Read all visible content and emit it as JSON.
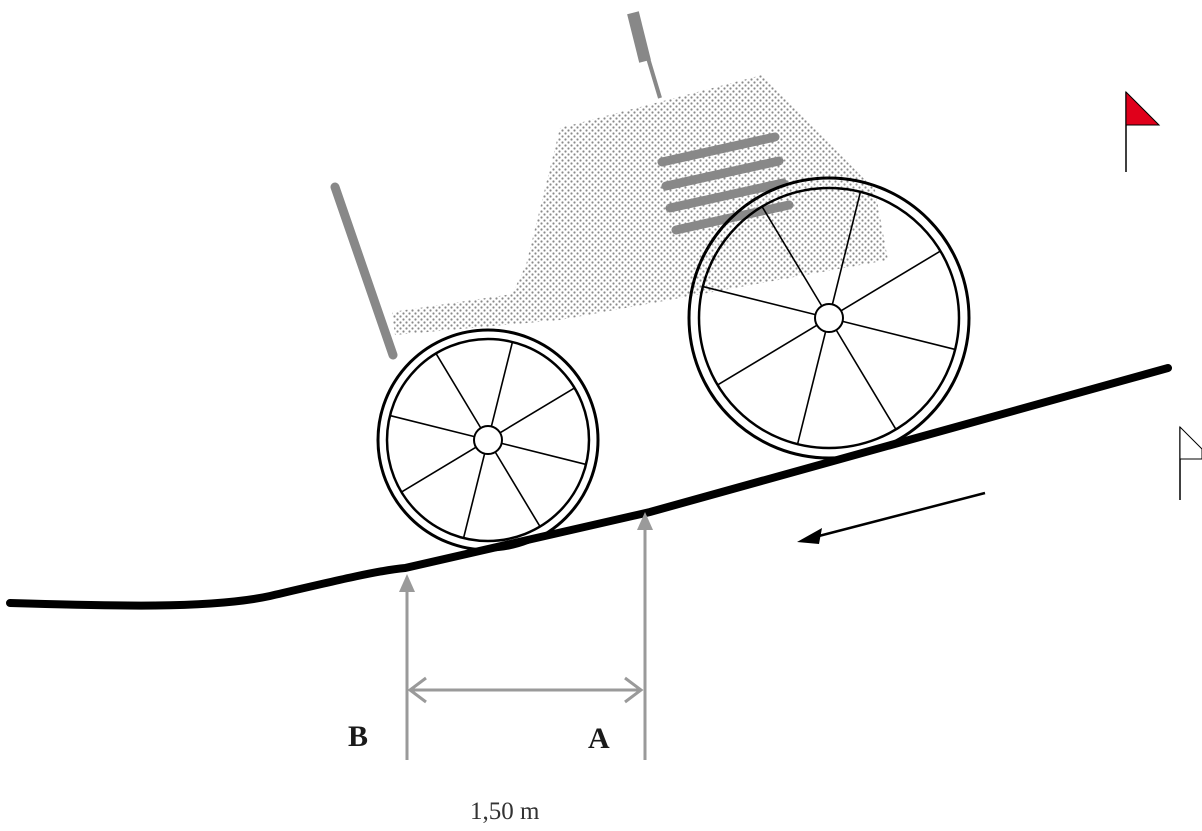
{
  "labels": {
    "point_b": "B",
    "point_a": "A",
    "distance": "1,50 m"
  },
  "colors": {
    "ground": "#000000",
    "measure": "#9a9a9a",
    "body_dots": "#8a8a8a",
    "vehicle_bars": "#888888",
    "flag": "#e0001b",
    "wheel": "#000000"
  },
  "icons": [
    "red-flag-icon",
    "white-flag-icon",
    "motion-arrow-icon"
  ]
}
